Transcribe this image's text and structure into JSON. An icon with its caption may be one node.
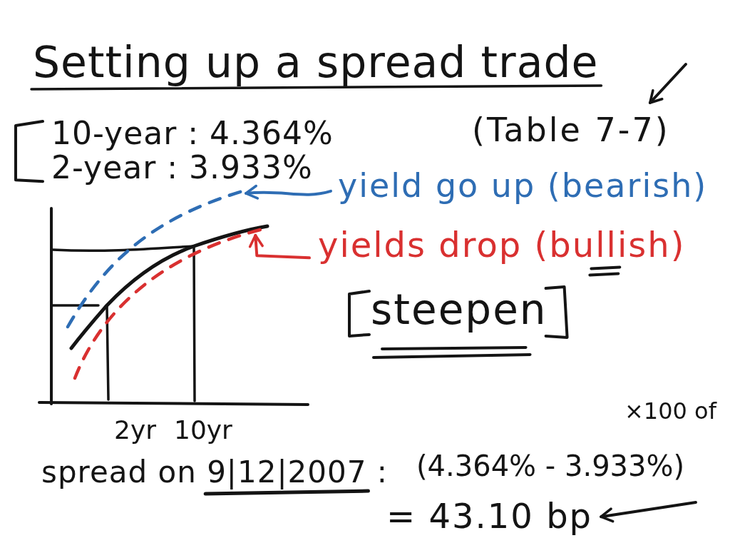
{
  "diagram": {
    "title": "Setting up a spread trade",
    "nodes": [
      {
        "text": [
          "(Table 7-7)"
        ]
      },
      {
        "text": [
          "yield go up (bearish)"
        ]
      },
      {
        "text": [],
        "shape": "curve"
      },
      {
        "text": [
          "yields drop (bullish)"
        ]
      },
      {
        "text": [],
        "shape": "curve"
      },
      {
        "text": [
          "= 43.10 bp"
        ]
      }
    ],
    "edges": [
      {
        "from": null,
        "to": 0,
        "arrow": "to"
      },
      {
        "from": 1,
        "to": 2,
        "arrow": "to",
        "color": "#2e6db4"
      },
      {
        "from": 3,
        "to": 4,
        "arrow": "to",
        "color": "#d93030"
      },
      {
        "from": null,
        "to": 5,
        "arrow": "to"
      }
    ],
    "labels": [
      "10-year : 4.364%",
      "2-year : 3.933%",
      "steepen",
      "2yr",
      "10yr",
      "×100 of",
      "spread on 9|12|2007 :",
      "(4.364% - 3.933%)"
    ]
  }
}
